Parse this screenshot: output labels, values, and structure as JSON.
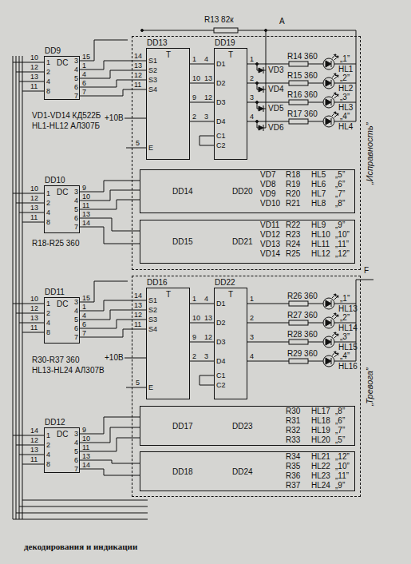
{
  "diagram": {
    "caption": "декодирования и индикации",
    "nodes": [
      {
        "text": [
          "DD9",
          "DC"
        ]
      },
      {
        "text": [
          "„Исправность”"
        ]
      },
      {
        "text": [
          "DD13",
          "T"
        ],
        "in": 1
      },
      {
        "text": [
          "DD19",
          "T"
        ],
        "in": 1
      },
      {
        "text": [
          "DD10",
          "DC"
        ]
      },
      {
        "text": [
          "DD14",
          "DD20"
        ],
        "in": 1
      },
      {
        "text": [
          "DD15",
          "DD21"
        ],
        "in": 1
      },
      {
        "text": [
          "DD11",
          "DC"
        ]
      },
      {
        "text": [
          "„Тревога”"
        ]
      },
      {
        "text": [
          "DD16",
          "T"
        ],
        "in": 8
      },
      {
        "text": [
          "DD22",
          "T"
        ],
        "in": 8
      },
      {
        "text": [
          "DD12",
          "DC"
        ]
      },
      {
        "text": [
          "DD17",
          "DD23"
        ],
        "in": 8
      },
      {
        "text": [
          "DD18",
          "DD24"
        ],
        "in": 8
      }
    ],
    "edges": [
      {
        "from": 0,
        "to": 2,
        "arrow": "none"
      },
      {
        "from": 2,
        "to": 3,
        "arrow": "none"
      },
      {
        "from": 4,
        "to": 5,
        "arrow": "none"
      },
      {
        "from": 4,
        "to": 6,
        "arrow": "none"
      },
      {
        "from": 7,
        "to": 9,
        "arrow": "none"
      },
      {
        "from": 9,
        "to": 10,
        "arrow": "none"
      },
      {
        "from": 11,
        "to": 12,
        "arrow": "none"
      },
      {
        "from": 11,
        "to": 13,
        "arrow": "none"
      }
    ],
    "labels": [
      "10",
      "12",
      "13",
      "11",
      "1",
      "2",
      "4",
      "8",
      "3",
      "4",
      "5",
      "6",
      "7",
      "15",
      "1",
      "4",
      "6",
      "7",
      "VD1-VD14 КД522Б",
      "HL1-HL12 АЛ307Б",
      "+10В",
      "14",
      "13",
      "12",
      "11",
      "S1",
      "S2",
      "S3",
      "S4",
      "E",
      "5",
      "1",
      "10",
      "9",
      "2",
      "4",
      "13",
      "12",
      "3",
      "D1",
      "D2",
      "D3",
      "D4",
      "C1",
      "C2",
      "1",
      "2",
      "3",
      "4",
      "R13 82к",
      "A",
      "VD3",
      "VD4",
      "VD5",
      "VD6",
      "R14 360",
      "R15 360",
      "R16 360",
      "R17 360",
      "HL1",
      "HL2",
      "HL3",
      "HL4",
      "„1”",
      "„2”",
      "„3”",
      "„4”",
      "10",
      "12",
      "13",
      "11",
      "1",
      "2",
      "4",
      "8",
      "3",
      "4",
      "5",
      "6",
      "7",
      "9",
      "10",
      "11",
      "13",
      "14",
      "R18-R25 360",
      "VD7",
      "VD8",
      "VD9",
      "VD10",
      "R18",
      "R19",
      "R20",
      "R21",
      "HL5",
      "HL6",
      "HL7",
      "HL8",
      "„5”",
      "„6”",
      "„7”",
      "„8”",
      "VD11",
      "VD12",
      "VD13",
      "VD14",
      "R22",
      "R23",
      "R24",
      "R25",
      "HL9",
      "HL10",
      "HL11",
      "HL12",
      "„9”",
      "„10”",
      "„11”",
      "„12”",
      "10",
      "12",
      "13",
      "11",
      "1",
      "2",
      "4",
      "8",
      "3",
      "4",
      "5",
      "6",
      "7",
      "15",
      "1",
      "4",
      "6",
      "7",
      "R30-R37 360",
      "HL13-HL24 АЛ307В",
      "+10В",
      "14",
      "13",
      "12",
      "11",
      "S1",
      "S2",
      "S3",
      "S4",
      "E",
      "5",
      "1",
      "10",
      "9",
      "2",
      "4",
      "13",
      "12",
      "3",
      "D1",
      "D2",
      "D3",
      "D4",
      "C1",
      "C2",
      "1",
      "2",
      "3",
      "4",
      "F",
      "R26 360",
      "R27 360",
      "R28 360",
      "R29 360",
      "HL13",
      "HL14",
      "HL15",
      "HL16",
      "„1”",
      "„2”",
      "„3”",
      "„4”",
      "14",
      "12",
      "13",
      "11",
      "1",
      "2",
      "4",
      "8",
      "3",
      "4",
      "5",
      "6",
      "7",
      "9",
      "10",
      "11",
      "13",
      "14",
      "R30",
      "R31",
      "R32",
      "R33",
      "HL17",
      "HL18",
      "HL19",
      "HL20",
      "„8”",
      "„6”",
      "„7”",
      "„5”",
      "R34",
      "R35",
      "R36",
      "R37",
      "HL21",
      "HL22",
      "HL23",
      "HL24",
      "„12”",
      "„10”",
      "„11”",
      "„9”"
    ]
  }
}
